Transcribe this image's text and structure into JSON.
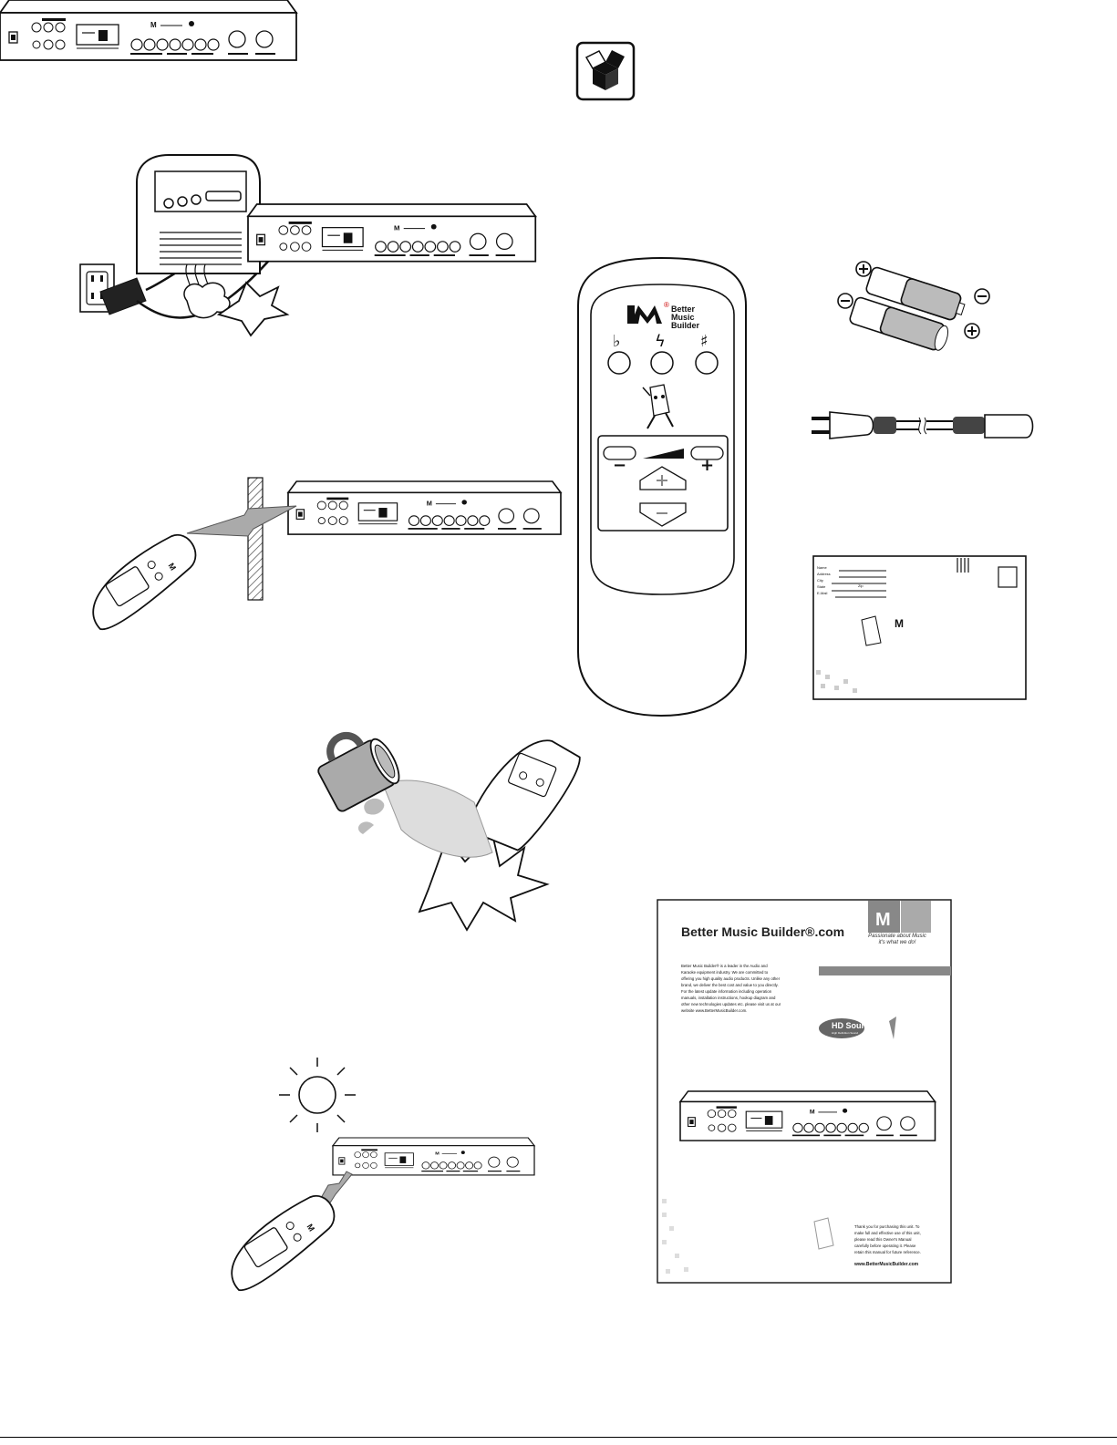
{
  "remote": {
    "brand_lines": [
      "Better",
      "Music",
      "Builder"
    ],
    "registered_mark": "®",
    "key_flat": "♭",
    "key_natural": "ϟ",
    "key_sharp": "♯",
    "minus_label": "−",
    "plus_label": "+"
  },
  "brochure": {
    "title": "Better Music Builder®.com",
    "tagline_line1": "Passionate about Music",
    "tagline_line2": "it's what we do!",
    "body_lines": [
      "Better Music Builder® is a leader in the Audio and",
      "Karaoke equipment industry. We are committed to",
      "offering you high quality audio products. Unlike any other",
      "brand, we deliver the best cost and value to you directly.",
      "For the latest update information including operation",
      "manuals, installation instructions, hookup diagram and",
      "other new technologies updates etc. please visit us at our",
      "website www.BetterMusicBuilder.com."
    ],
    "hd_sound": "HD Sound",
    "hd_sound_sub": "High Definition Sound",
    "thanks_lines": [
      "Thank you for purchasing this unit. To",
      "make full and effective use of this unit,",
      "please read this Owner's Manual",
      "carefully before operating it. Please",
      "retain this manual for future reference."
    ],
    "website": "www.BetterMusicBuilder.com"
  },
  "card": {
    "fields": [
      "Name",
      "Address",
      "City",
      "State",
      "Zip",
      "E-Mail"
    ]
  }
}
